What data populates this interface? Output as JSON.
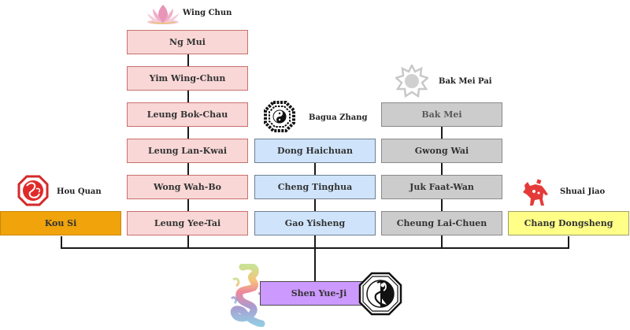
{
  "diagram": {
    "type": "lineage-tree",
    "root": {
      "name": "Shen Yue-Ji",
      "color": "#cc99ff"
    },
    "branches": [
      {
        "school": "Hou Quan",
        "icon": "monkey-seal-icon",
        "color": "#f0a30a",
        "members": [
          "Kou Si"
        ]
      },
      {
        "school": "Wing Chun",
        "icon": "lotus-icon",
        "color": "#f8d7d6",
        "members": [
          "Ng Mui",
          "Yim Wing-Chun",
          "Leung Bok-Chau",
          "Leung Lan-Kwai",
          "Wong Wah-Bo",
          "Leung Yee-Tai"
        ]
      },
      {
        "school": "Bagua Zhang",
        "icon": "bagua-yin-yang-icon",
        "color": "#cfe4fb",
        "members": [
          "Dong Haichuan",
          "Cheng Tinghua",
          "Gao Yisheng"
        ]
      },
      {
        "school": "Bak Mei Pai",
        "icon": "white-eyebrow-sun-icon",
        "color": "#cccccc",
        "members": [
          "Bak Mei",
          "Gwong Wai",
          "Juk Faat-Wan",
          "Cheung Lai-Chuen"
        ]
      },
      {
        "school": "Shuai Jiao",
        "icon": "ox-papercut-icon",
        "color": "#ffff88",
        "members": [
          "Chang Dongsheng"
        ]
      }
    ]
  }
}
